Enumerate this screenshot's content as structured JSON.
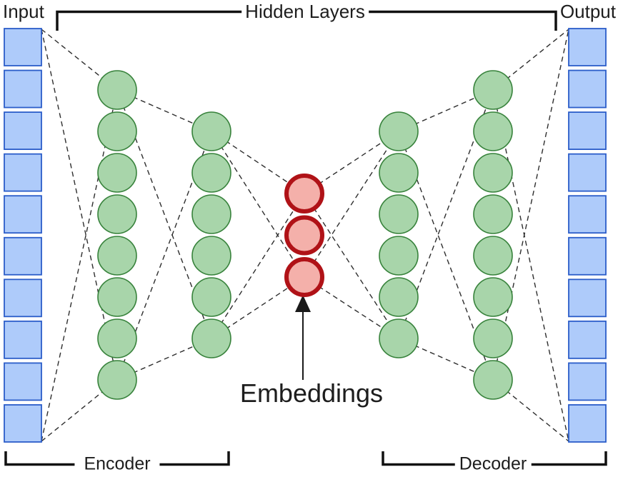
{
  "labels": {
    "input": "Input",
    "hidden_layers": "Hidden Layers",
    "output": "Output",
    "encoder": "Encoder",
    "decoder": "Decoder",
    "embeddings": "Embeddings"
  },
  "colors": {
    "input_fill": "#AECBFA",
    "input_stroke": "#2B5DC9",
    "hidden_fill": "#A8D5AA",
    "hidden_stroke": "#37823B",
    "embedding_fill": "#F4B0AA",
    "embedding_stroke": "#B01217",
    "connection": "#2E2E2E",
    "bracket": "#111111",
    "arrow": "#1A1A1A",
    "text": "#1D1D1D"
  },
  "network": {
    "layers": [
      {
        "id": "input",
        "role": "input",
        "shape": "square",
        "units": 10
      },
      {
        "id": "encoder-hidden-1",
        "role": "encoder",
        "shape": "circle",
        "units": 8
      },
      {
        "id": "encoder-hidden-2",
        "role": "encoder",
        "shape": "circle",
        "units": 6
      },
      {
        "id": "embeddings",
        "role": "bottleneck",
        "shape": "circle",
        "units": 3
      },
      {
        "id": "decoder-hidden-1",
        "role": "decoder",
        "shape": "circle",
        "units": 6
      },
      {
        "id": "decoder-hidden-2",
        "role": "decoder",
        "shape": "circle",
        "units": 8
      },
      {
        "id": "output",
        "role": "output",
        "shape": "square",
        "units": 10
      }
    ]
  }
}
